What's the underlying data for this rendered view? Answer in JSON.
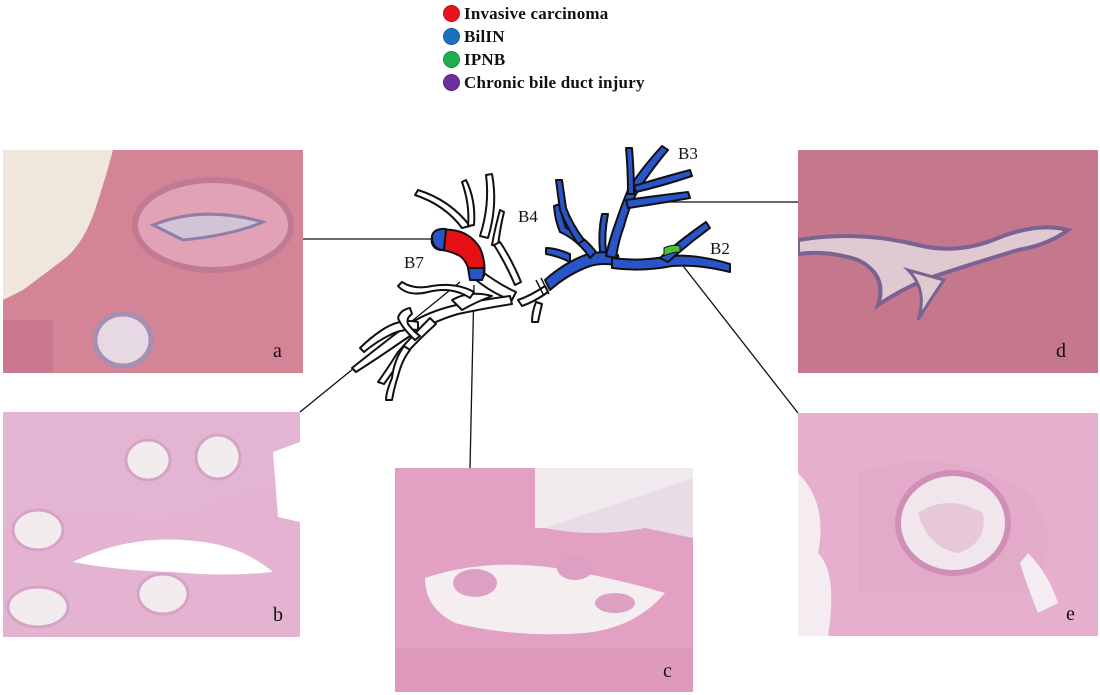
{
  "legend": {
    "items": [
      {
        "label": "Invasive carcinoma",
        "color": "#e8141b"
      },
      {
        "label": "BilIN",
        "color": "#1f6fc0"
      },
      {
        "label": "IPNB",
        "color": "#1fae4e"
      },
      {
        "label": "Chronic bile duct injury",
        "color": "#6b2f9e"
      }
    ]
  },
  "diagram": {
    "segments": [
      "B3",
      "B4",
      "B2",
      "B7"
    ],
    "duct_colors": {
      "bilin": "#2a55c8",
      "carcinoma": "#e60f14",
      "ipnb": "#4fbf3a",
      "normal": "#ffffff"
    }
  },
  "panels": {
    "a": {
      "label": "a"
    },
    "b": {
      "label": "b"
    },
    "c": {
      "label": "c"
    },
    "d": {
      "label": "d"
    },
    "e": {
      "label": "e"
    }
  }
}
